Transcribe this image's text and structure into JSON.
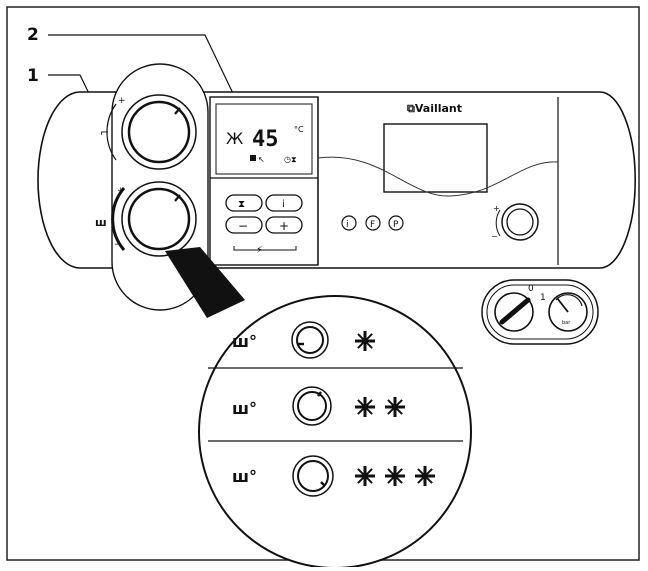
{
  "callouts": [
    {
      "id": "1",
      "label": "1"
    },
    {
      "id": "2",
      "label": "2"
    }
  ],
  "display": {
    "temperature": "45",
    "unit": "°C"
  },
  "brand": "⧉Vaillant",
  "knob_marks": {
    "plus": "+",
    "minus": "−"
  },
  "buttons": {
    "top_left": "⧗",
    "top_right": "i",
    "minus": "−",
    "plus": "+"
  },
  "circle_buttons": [
    "i",
    "F",
    "P"
  ],
  "pressure_switch": {
    "zero": "0",
    "one": "1"
  },
  "gauge_unit": "bar",
  "zoom": {
    "heating_symbol": "ш°",
    "rows": [
      {
        "snowflakes": 1
      },
      {
        "snowflakes": 2
      },
      {
        "snowflakes": 3
      }
    ]
  },
  "colors": {
    "line": "#1a1a1a",
    "background": "#ffffff"
  }
}
